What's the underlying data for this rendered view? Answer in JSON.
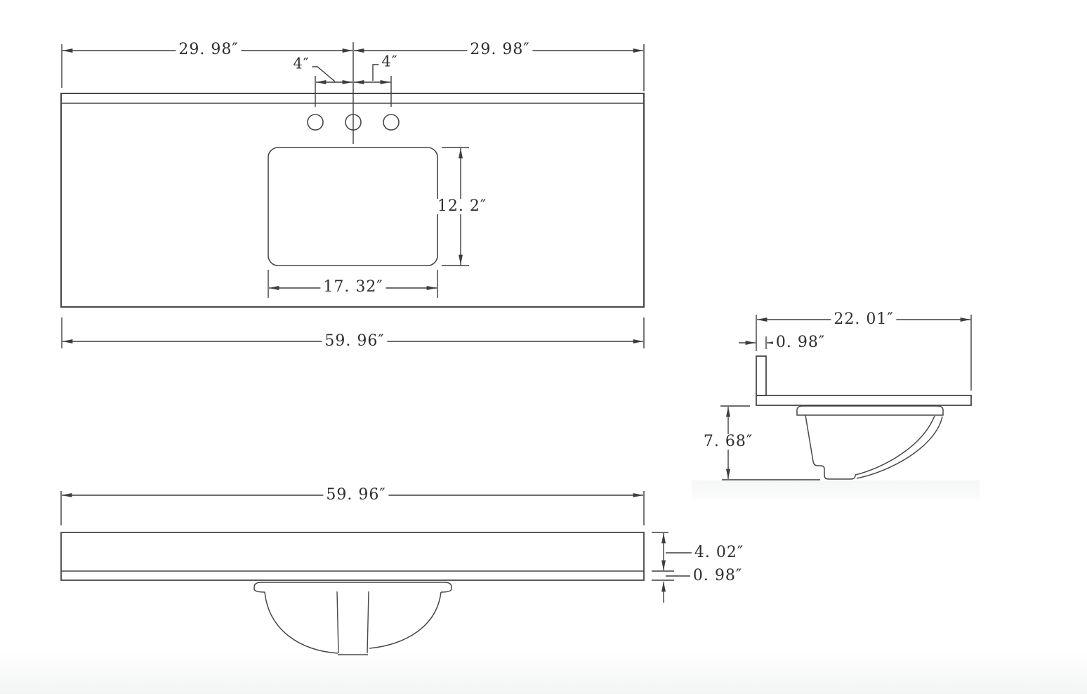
{
  "drawing": {
    "type": "vanity-top-dimension-drawing",
    "units": "inches",
    "line_color": "#474747",
    "text_color": "#2e2e2e"
  },
  "labels": {
    "top_view": {
      "half_width_left": "29. 98″",
      "half_width_right": "29. 98″",
      "faucet_offset_left": "4″",
      "faucet_offset_right": "4″",
      "cutout_depth": "12. 2″",
      "cutout_width": "17. 32″",
      "overall_width": "59. 96″"
    },
    "side_view": {
      "overall_depth": "22. 01″",
      "backsplash_thickness": "0. 98″",
      "bowl_depth": "7. 68″"
    },
    "front_view": {
      "overall_width": "59. 96″",
      "edge_height": "4. 02″",
      "deck_thickness": "0. 98″"
    }
  }
}
